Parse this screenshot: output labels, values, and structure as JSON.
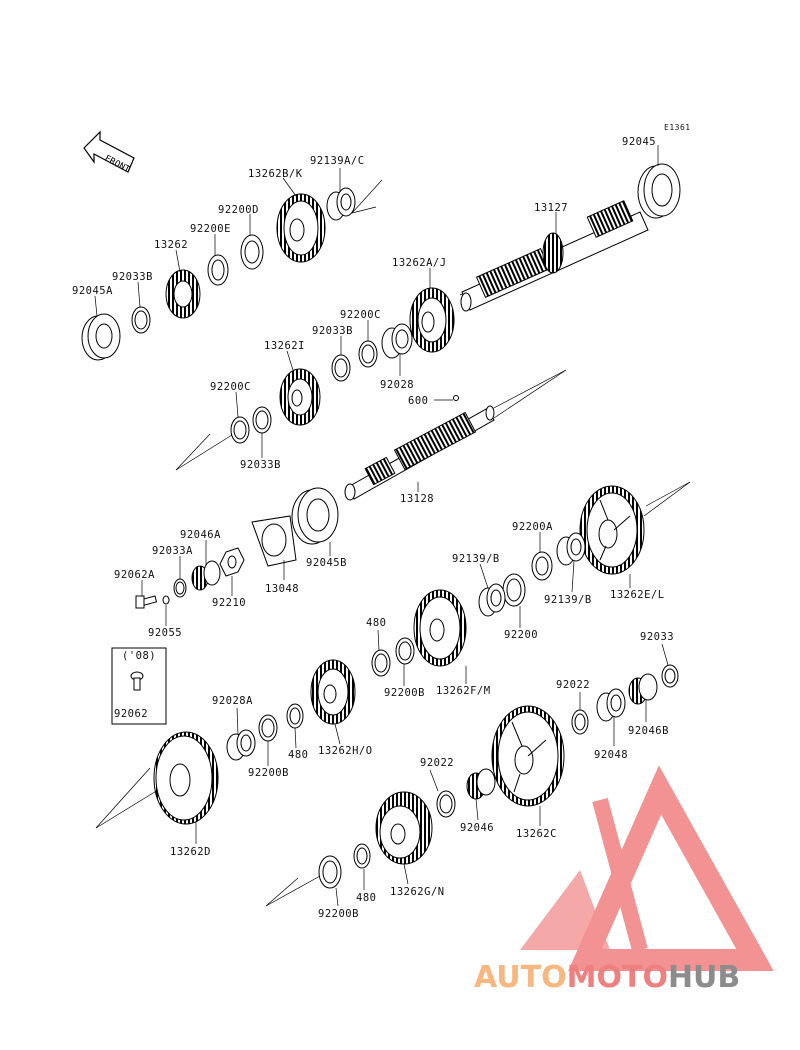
{
  "diagram_code": "E1361",
  "front_arrow_text": "FRONT",
  "inset_header": "('08)",
  "inset_part": "92062",
  "parts": {
    "p92045": "92045",
    "p13127": "13127",
    "p92139AC": "92139A/C",
    "p13262BK": "13262B/K",
    "p92200D": "92200D",
    "p92200E": "92200E",
    "p13262": "13262",
    "p92033B_top": "92033B",
    "p92045A": "92045A",
    "p13262AJ": "13262A/J",
    "p92200C_top": "92200C",
    "p92033B_mid": "92033B",
    "p13262I": "13262I",
    "p92028": "92028",
    "p600": "600",
    "p92200C_left": "92200C",
    "p92033B_left": "92033B",
    "p13128": "13128",
    "p92046A": "92046A",
    "p92033A": "92033A",
    "p92062A": "92062A",
    "p92210": "92210",
    "p13048": "13048",
    "p92045B": "92045B",
    "p92055": "92055",
    "p92200A": "92200A",
    "p92139B_left": "92139/B",
    "p92139B_right": "92139/B",
    "p13262EL": "13262E/L",
    "p92200": "92200",
    "p480_top": "480",
    "p92200B_top": "92200B",
    "p13262FM": "13262F/M",
    "p92033": "92033",
    "p92022_right": "92022",
    "p92046B": "92046B",
    "p92048": "92048",
    "p92028A": "92028A",
    "p92200B_mid": "92200B",
    "p480_mid": "480",
    "p13262HO": "13262H/O",
    "p13262D": "13262D",
    "p92022_mid": "92022",
    "p92046": "92046",
    "p13262C": "13262C",
    "p480_bot": "480",
    "p13262GN": "13262G/N",
    "p92200B_bot": "92200B"
  },
  "watermark": {
    "auto": "AUTO",
    "moto": "MOTO",
    "hub": "HUB"
  },
  "colors": {
    "wm_orange": "#f7b77f",
    "wm_red": "#f08080",
    "wm_gray": "#8c8c8c",
    "line": "#000000"
  }
}
